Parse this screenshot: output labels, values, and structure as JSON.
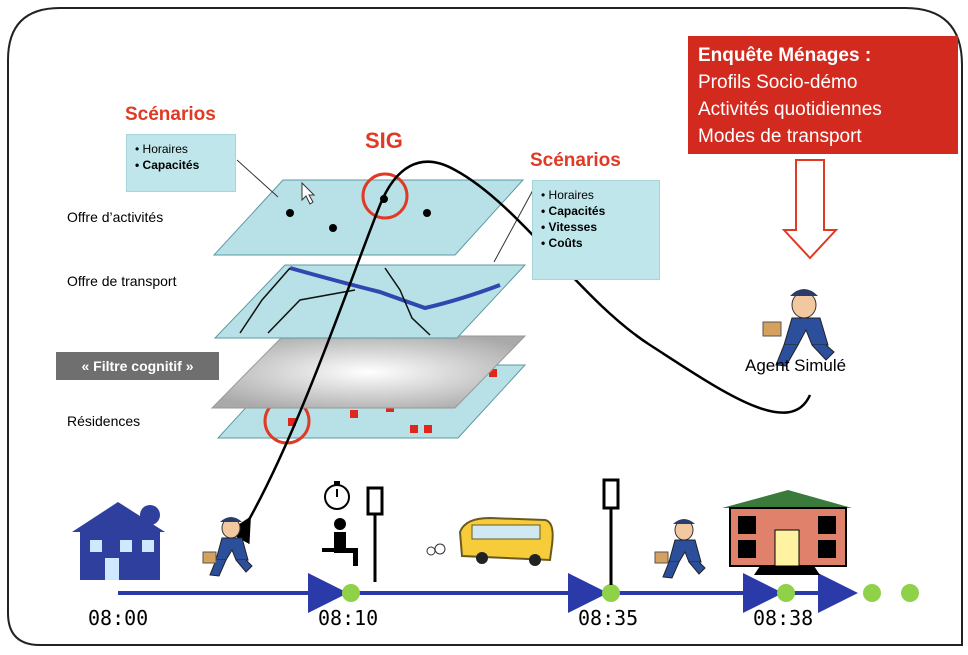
{
  "left_scenarios": {
    "title": "Scénarios",
    "items": [
      "Horaires",
      "Capacités"
    ]
  },
  "center_title": "SIG",
  "right_scenarios": {
    "title": "Scénarios",
    "items": [
      "Horaires",
      "Capacités",
      "Vitesses",
      "Coûts"
    ]
  },
  "survey": {
    "title": "Enquête Ménages :",
    "lines": [
      "Profils Socio-démo",
      "Activités quotidiennes",
      "Modes de transport"
    ]
  },
  "layers": {
    "activities": "Offre d’activités",
    "transport": "Offre de transport",
    "filter": "« Filtre cognitif »",
    "residences": "Résidences"
  },
  "agent_label": "Agent Simulé",
  "timeline": {
    "times": [
      "08:00",
      "08:10",
      "08:35",
      "08:38"
    ]
  },
  "colors": {
    "accent_red": "#e03a24",
    "survey_bg": "#d32a1f",
    "layer_fill": "#b7e1e6",
    "route_blue": "#2f48b0",
    "node_green": "#8fd24a",
    "timeline_blue": "#2a3aa8"
  }
}
